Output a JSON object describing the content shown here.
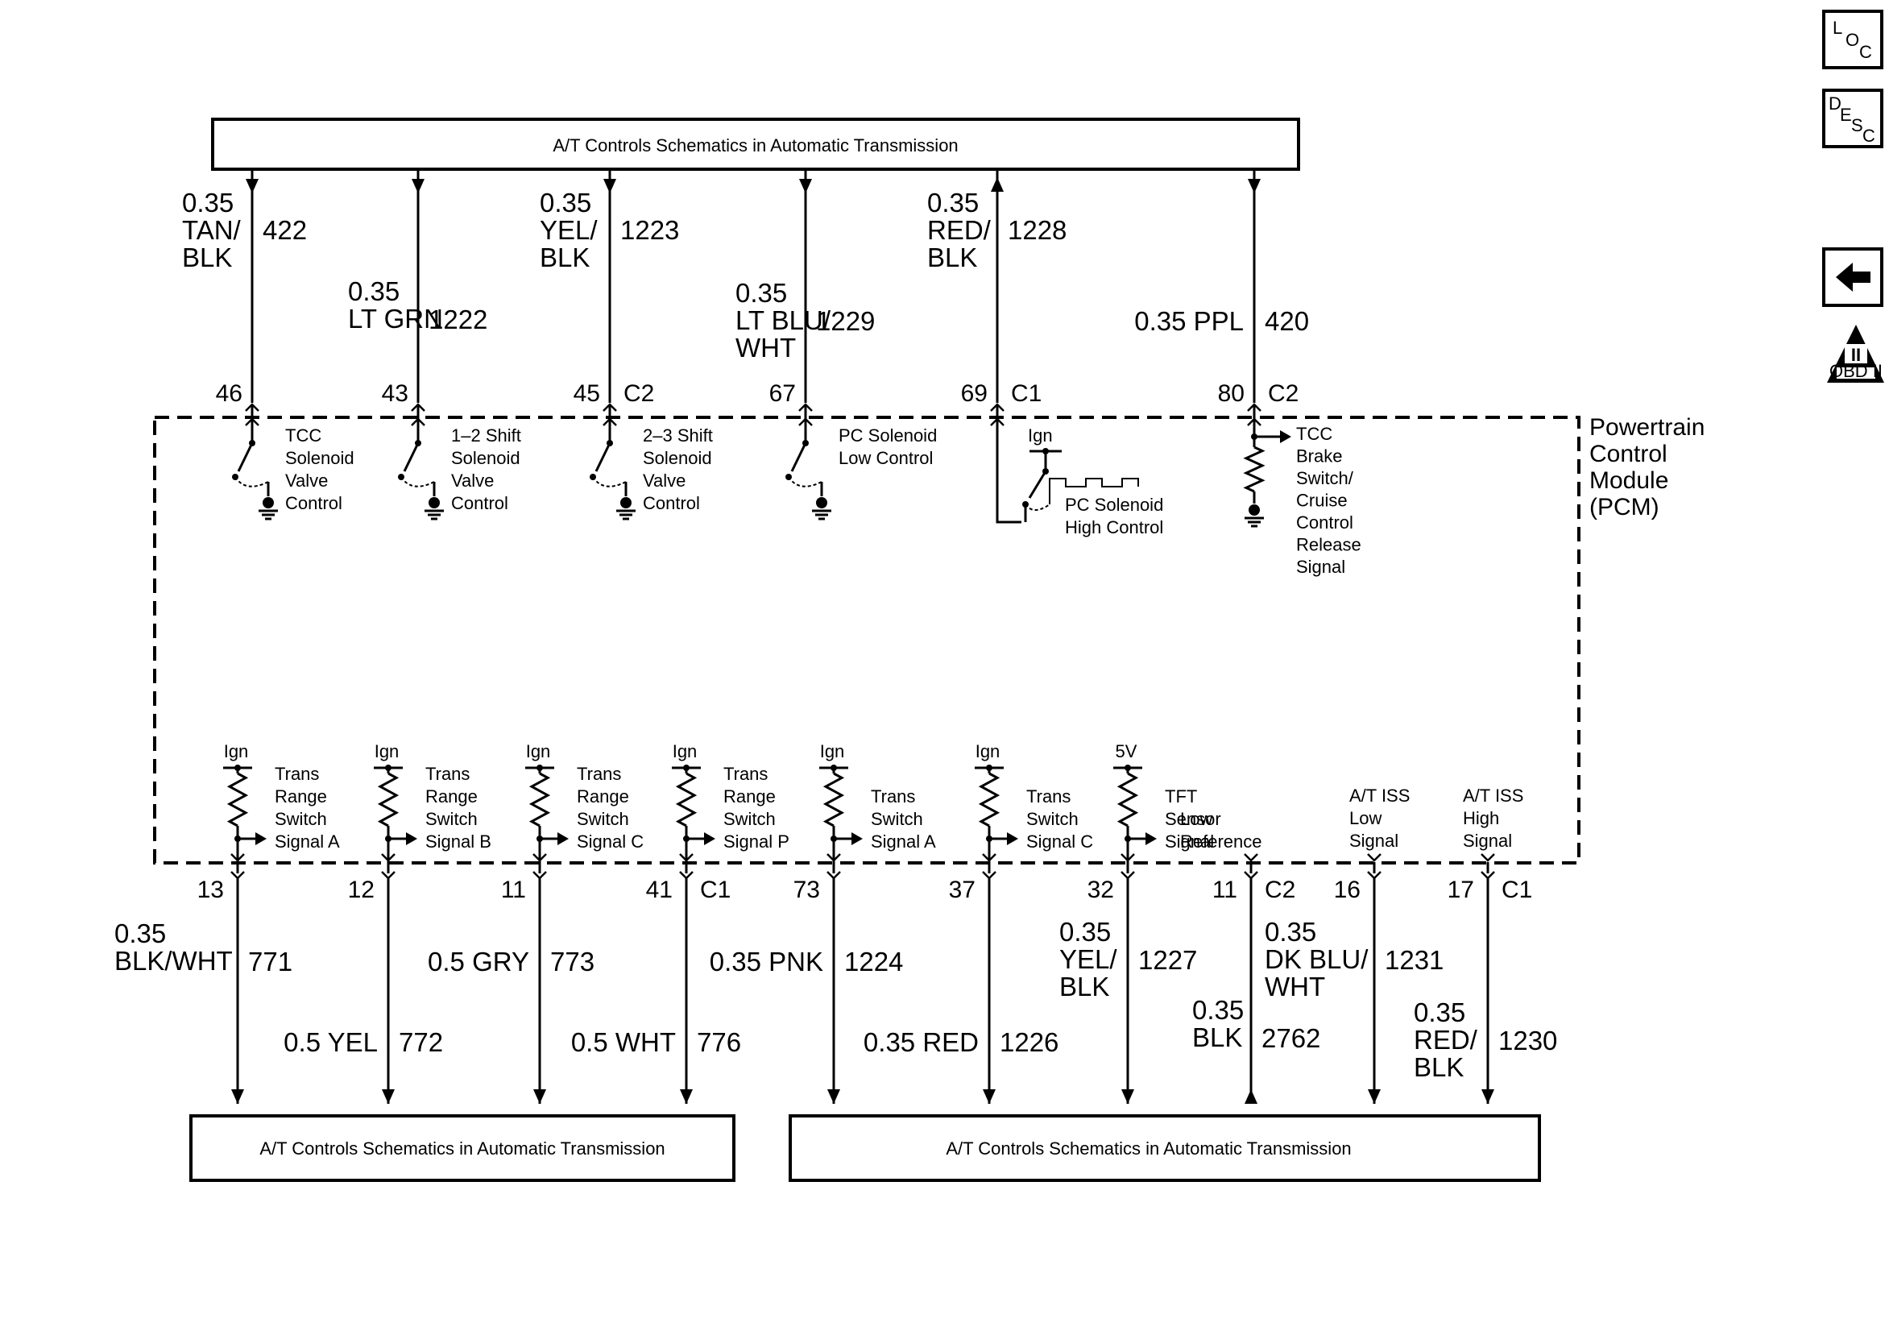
{
  "boxes": {
    "top": "A/T Controls Schematics in Automatic Transmission",
    "bottom_left": "A/T Controls Schematics in Automatic Transmission",
    "bottom_right": "A/T Controls Schematics in Automatic Transmission"
  },
  "module": {
    "name_lines": [
      "Powertrain",
      "Control",
      "Module",
      "(PCM)"
    ]
  },
  "nav": {
    "loc": {
      "letters": [
        "L",
        "O",
        "C"
      ]
    },
    "desc": {
      "letters": [
        "D",
        "E",
        "S",
        "C"
      ]
    },
    "back_icon": "left-arrow-icon",
    "obd": {
      "numeral": "II",
      "text": "OBD II"
    }
  },
  "top_wires": [
    {
      "gauge": "0.35",
      "color_lines": [
        "TAN/",
        "BLK"
      ],
      "circuit": "422",
      "pin": "46",
      "connector": "",
      "direction": "down",
      "component": [
        "TCC",
        "Solenoid",
        "Valve",
        "Control"
      ],
      "type": "switch"
    },
    {
      "gauge": "0.35",
      "color_lines": [
        "LT GRN"
      ],
      "circuit": "1222",
      "pin": "43",
      "connector": "",
      "direction": "down",
      "component": [
        "1–2 Shift",
        "Solenoid",
        "Valve",
        "Control"
      ],
      "type": "switch"
    },
    {
      "gauge": "0.35",
      "color_lines": [
        "YEL/",
        "BLK"
      ],
      "circuit": "1223",
      "pin": "45",
      "connector": "C2",
      "direction": "down",
      "component": [
        "2–3 Shift",
        "Solenoid",
        "Valve",
        "Control"
      ],
      "type": "switch"
    },
    {
      "gauge": "0.35",
      "color_lines": [
        "LT BLU/",
        "WHT"
      ],
      "circuit": "1229",
      "pin": "67",
      "connector": "",
      "direction": "down",
      "component": [
        "PC Solenoid",
        "Low Control"
      ],
      "type": "switch"
    },
    {
      "gauge": "0.35",
      "color_lines": [
        "RED/",
        "BLK"
      ],
      "circuit": "1228",
      "pin": "69",
      "connector": "C1",
      "direction": "up",
      "component": [
        "PC Solenoid",
        "High Control"
      ],
      "supply": "Ign",
      "type": "pwm"
    },
    {
      "gauge": "0.35 PPL",
      "color_lines": [],
      "circuit": "420",
      "pin": "80",
      "connector": "C2",
      "direction": "down",
      "component": [
        "TCC",
        "Brake",
        "Switch/",
        "Cruise",
        "Control",
        "Release",
        "Signal"
      ],
      "type": "resistor"
    }
  ],
  "bottom_wires": [
    {
      "supply": "Ign",
      "component": [
        "Trans",
        "Range",
        "Switch",
        "Signal A"
      ],
      "pin": "13",
      "connector": "",
      "gauge_lines": [
        "0.35",
        "BLK/WHT"
      ],
      "circuit": "771",
      "direction": "down"
    },
    {
      "supply": "Ign",
      "component": [
        "Trans",
        "Range",
        "Switch",
        "Signal B"
      ],
      "pin": "12",
      "connector": "",
      "gauge_lines": [
        "0.5 YEL"
      ],
      "circuit": "772",
      "direction": "down"
    },
    {
      "supply": "Ign",
      "component": [
        "Trans",
        "Range",
        "Switch",
        "Signal C"
      ],
      "pin": "11",
      "connector": "",
      "gauge_lines": [
        "0.5 GRY"
      ],
      "circuit": "773",
      "direction": "down"
    },
    {
      "supply": "Ign",
      "component": [
        "Trans",
        "Range",
        "Switch",
        "Signal P"
      ],
      "pin": "41",
      "connector": "C1",
      "gauge_lines": [
        "0.5 WHT"
      ],
      "circuit": "776",
      "direction": "down"
    },
    {
      "supply": "Ign",
      "component": [
        "Trans",
        "Switch",
        "Signal A"
      ],
      "pin": "73",
      "connector": "",
      "gauge_lines": [
        "0.35 PNK"
      ],
      "circuit": "1224",
      "direction": "down"
    },
    {
      "supply": "Ign",
      "component": [
        "Trans",
        "Switch",
        "Signal C"
      ],
      "pin": "37",
      "connector": "",
      "gauge_lines": [
        "0.35 RED"
      ],
      "circuit": "1226",
      "direction": "down"
    },
    {
      "supply": "5V",
      "component": [
        "TFT",
        "Sensor",
        "Signal"
      ],
      "pin": "32",
      "connector": "",
      "gauge_lines": [
        "0.35",
        "YEL/",
        "BLK"
      ],
      "circuit": "1227",
      "direction": "down"
    },
    {
      "supply": "",
      "component": [
        "Low",
        "Reference"
      ],
      "pin": "11",
      "connector": "C2",
      "gauge_lines": [
        "0.35",
        "BLK"
      ],
      "circuit": "2762",
      "direction": "up"
    },
    {
      "supply": "",
      "component": [
        "A/T ISS",
        "Low",
        "Signal"
      ],
      "pin": "16",
      "connector": "",
      "gauge_lines": [
        "0.35",
        "DK BLU/",
        "WHT"
      ],
      "circuit": "1231",
      "direction": "down"
    },
    {
      "supply": "",
      "component": [
        "A/T ISS",
        "High",
        "Signal"
      ],
      "pin": "17",
      "connector": "C1",
      "gauge_lines": [
        "0.35",
        "RED/",
        "BLK"
      ],
      "circuit": "1230",
      "direction": "down"
    }
  ]
}
